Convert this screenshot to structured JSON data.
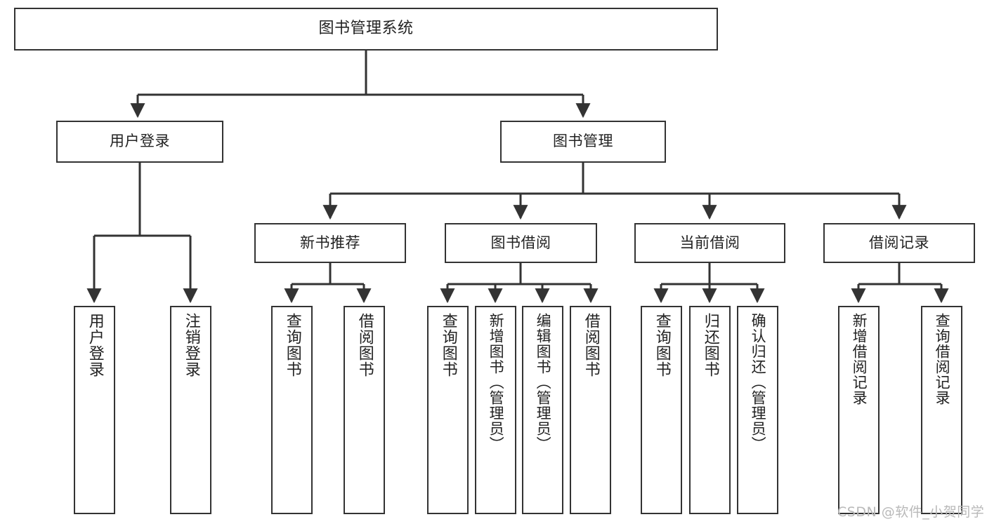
{
  "diagram": {
    "title": "图书管理系统",
    "type": "tree-hierarchy-chart",
    "colors": {
      "background": "#ffffff",
      "box_border": "#333333",
      "box_fill": "#ffffff",
      "edge": "#333333",
      "text": "#222222",
      "watermark": "#b9b9b9"
    },
    "nodes": {
      "root": {
        "label": "图书管理系统",
        "level": 0
      },
      "user_login": {
        "label": "用户登录",
        "level": 1
      },
      "book_manage": {
        "label": "图书管理",
        "level": 1
      },
      "new_book_rec": {
        "label": "新书推荐",
        "level": 2
      },
      "book_borrow": {
        "label": "图书借阅",
        "level": 2
      },
      "current_borrow": {
        "label": "当前借阅",
        "level": 2
      },
      "borrow_record": {
        "label": "借阅记录",
        "level": 2
      },
      "leaf_user_login": {
        "label": "用户登录",
        "level": 3
      },
      "leaf_logout": {
        "label": "注销登录",
        "level": 3
      },
      "leaf_query_book_1": {
        "label": "查询图书",
        "level": 3
      },
      "leaf_borrow_book_1": {
        "label": "借阅图书",
        "level": 3
      },
      "leaf_query_book_2": {
        "label": "查询图书",
        "level": 3
      },
      "leaf_add_book_admin": {
        "label": "新增图书（管理员）",
        "level": 3
      },
      "leaf_edit_book_admin": {
        "label": "编辑图书（管理员）",
        "level": 3
      },
      "leaf_borrow_book_2": {
        "label": "借阅图书",
        "level": 3
      },
      "leaf_query_book_3": {
        "label": "查询图书",
        "level": 3
      },
      "leaf_return_book": {
        "label": "归还图书",
        "level": 3
      },
      "leaf_confirm_return_admin": {
        "label": "确认归还（管理员）",
        "level": 3
      },
      "leaf_add_record": {
        "label": "新增借阅记录",
        "level": 3
      },
      "leaf_query_record": {
        "label": "查询借阅记录",
        "level": 3
      }
    },
    "edges": [
      {
        "from": "root",
        "to": "user_login"
      },
      {
        "from": "root",
        "to": "book_manage"
      },
      {
        "from": "user_login",
        "to": "leaf_user_login"
      },
      {
        "from": "user_login",
        "to": "leaf_logout"
      },
      {
        "from": "book_manage",
        "to": "new_book_rec"
      },
      {
        "from": "book_manage",
        "to": "book_borrow"
      },
      {
        "from": "book_manage",
        "to": "current_borrow"
      },
      {
        "from": "book_manage",
        "to": "borrow_record"
      },
      {
        "from": "new_book_rec",
        "to": "leaf_query_book_1"
      },
      {
        "from": "new_book_rec",
        "to": "leaf_borrow_book_1"
      },
      {
        "from": "book_borrow",
        "to": "leaf_query_book_2"
      },
      {
        "from": "book_borrow",
        "to": "leaf_add_book_admin"
      },
      {
        "from": "book_borrow",
        "to": "leaf_edit_book_admin"
      },
      {
        "from": "book_borrow",
        "to": "leaf_borrow_book_2"
      },
      {
        "from": "current_borrow",
        "to": "leaf_query_book_3"
      },
      {
        "from": "current_borrow",
        "to": "leaf_return_book"
      },
      {
        "from": "current_borrow",
        "to": "leaf_confirm_return_admin"
      },
      {
        "from": "borrow_record",
        "to": "leaf_add_record"
      },
      {
        "from": "borrow_record",
        "to": "leaf_query_record"
      }
    ]
  },
  "watermark": {
    "text": "CSDN @软件_小贺同学"
  }
}
